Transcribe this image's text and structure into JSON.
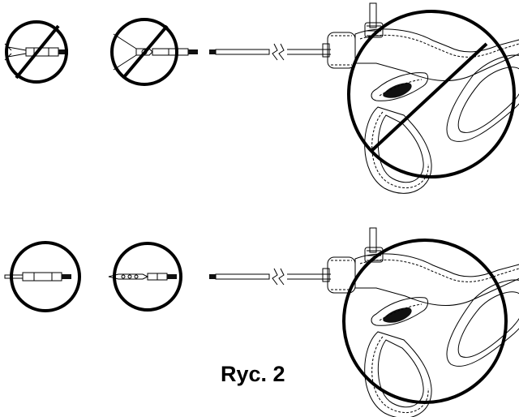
{
  "figure": {
    "caption": "Ryc. 2"
  },
  "rows": [
    {
      "name": "incorrect-assembly",
      "crossed_out": true
    },
    {
      "name": "correct-assembly",
      "crossed_out": false
    }
  ]
}
